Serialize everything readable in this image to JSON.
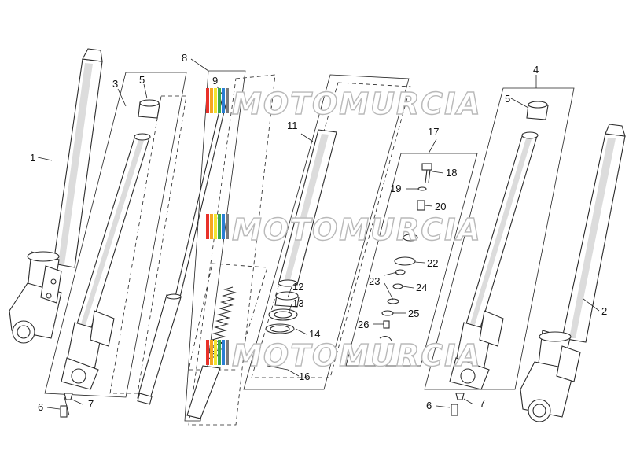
{
  "watermark": {
    "text": "MOTOMURCIA",
    "stripe_colors": [
      "#e8312a",
      "#f5a623",
      "#f2e531",
      "#3aa84d",
      "#2a7fd4",
      "#7a7a7a"
    ]
  },
  "labels": {
    "l1": "1",
    "l2": "2",
    "l3": "3",
    "l4": "4",
    "l5a": "5",
    "l5b": "5",
    "l6a": "6",
    "l6b": "6",
    "l7a": "7",
    "l7b": "7",
    "l8": "8",
    "l9": "9",
    "l11": "11",
    "l12": "12",
    "l13": "13",
    "l14": "14",
    "l16": "16",
    "l17": "17",
    "l18": "18",
    "l19": "19",
    "l20": "20",
    "l22": "22",
    "l23": "23",
    "l24": "24",
    "l25": "25",
    "l26": "26"
  }
}
